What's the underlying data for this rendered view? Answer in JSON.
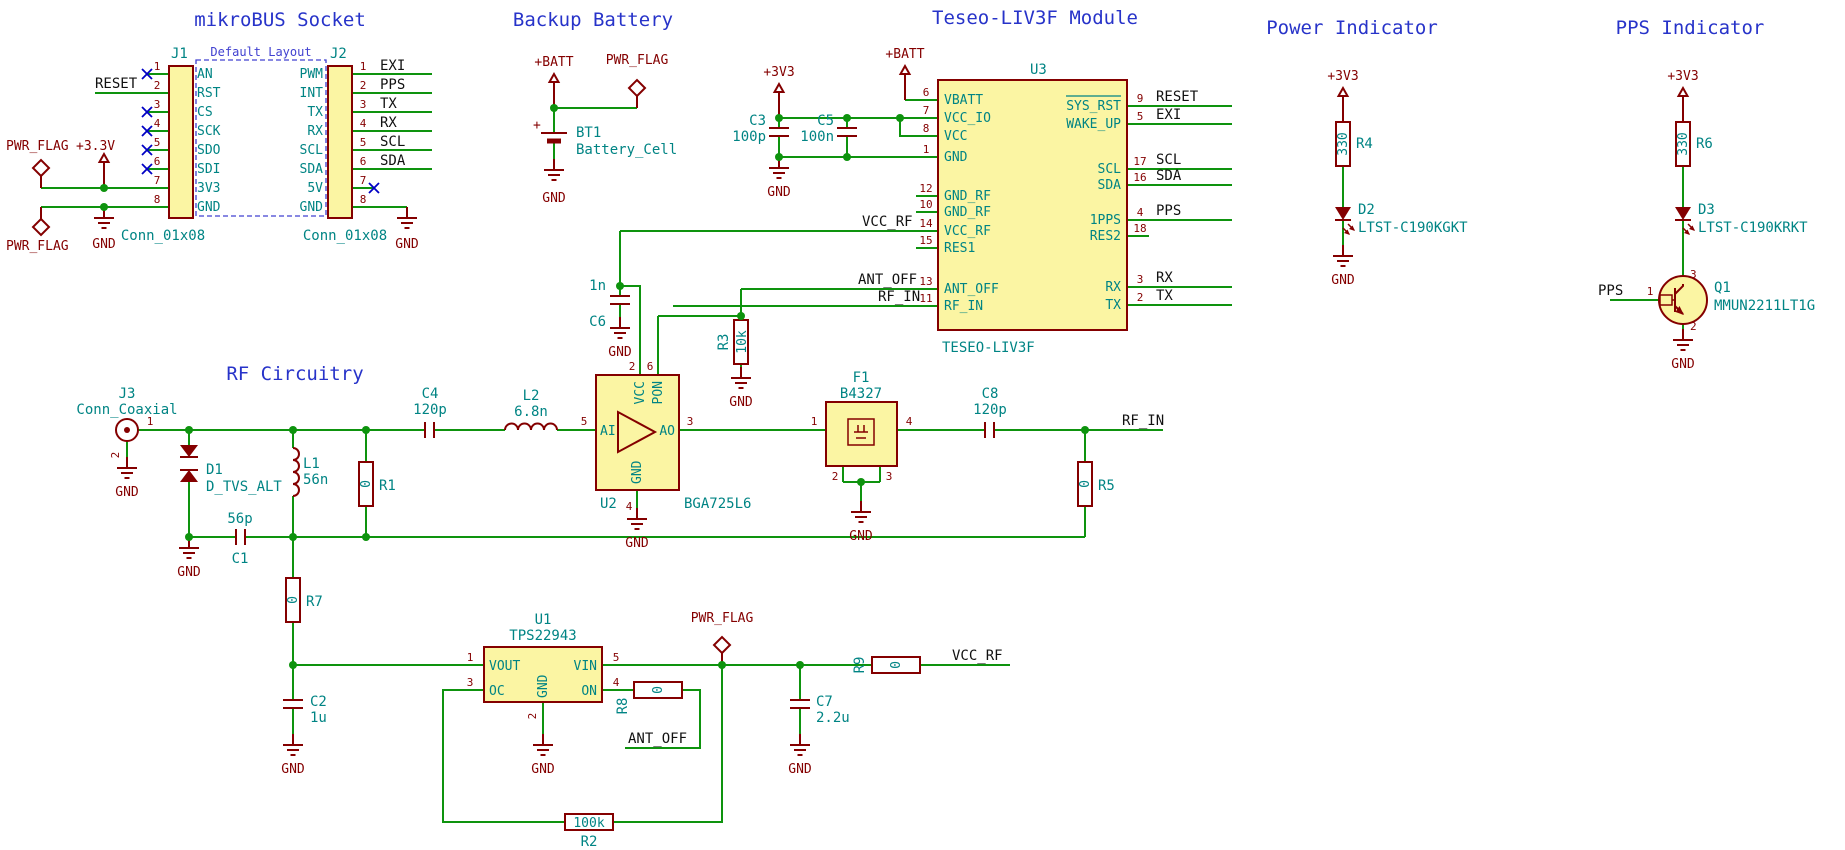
{
  "titles": {
    "mikrobus": "mikroBUS Socket",
    "backup": "Backup Battery",
    "teseo": "Teseo-LIV3F Module",
    "power": "Power Indicator",
    "pps": "PPS Indicator",
    "rf": "RF Circuitry"
  },
  "common": {
    "gnd": "GND",
    "pwr_flag": "PWR_FLAG"
  },
  "mikrobus": {
    "default_layout": "Default Layout",
    "reset_label": "RESET",
    "v33": "+3.3V",
    "right_labels": [
      "EXI",
      "PPS",
      "TX",
      "RX",
      "SCL",
      "SDA"
    ],
    "j1": {
      "ref": "J1",
      "value": "Conn_01x08",
      "pins": [
        {
          "num": "1",
          "name": "AN"
        },
        {
          "num": "2",
          "name": "RST"
        },
        {
          "num": "3",
          "name": "CS"
        },
        {
          "num": "4",
          "name": "SCK"
        },
        {
          "num": "5",
          "name": "SDO"
        },
        {
          "num": "6",
          "name": "SDI"
        },
        {
          "num": "7",
          "name": "3V3"
        },
        {
          "num": "8",
          "name": "GND"
        }
      ]
    },
    "j2": {
      "ref": "J2",
      "value": "Conn_01x08",
      "pins": [
        {
          "num": "1",
          "name": "PWM"
        },
        {
          "num": "2",
          "name": "INT"
        },
        {
          "num": "3",
          "name": "TX"
        },
        {
          "num": "4",
          "name": "RX"
        },
        {
          "num": "5",
          "name": "SCL"
        },
        {
          "num": "6",
          "name": "SDA"
        },
        {
          "num": "7",
          "name": "5V"
        },
        {
          "num": "8",
          "name": "GND"
        }
      ]
    }
  },
  "backup": {
    "vbatt": "+BATT",
    "bt1": {
      "ref": "BT1",
      "value": "Battery_Cell",
      "plus": "+"
    }
  },
  "teseo": {
    "v3v3": "+3V3",
    "vbatt": "+BATT",
    "u3": {
      "ref": "U3",
      "value": "TESEO-LIV3F",
      "left_pins": [
        {
          "num": "6",
          "name": "VBATT"
        },
        {
          "num": "7",
          "name": "VCC_IO"
        },
        {
          "num": "8",
          "name": "VCC"
        },
        {
          "num": "1",
          "name": "GND"
        },
        {
          "num": "12",
          "name": "GND_RF"
        },
        {
          "num": "10",
          "name": "GND_RF"
        },
        {
          "num": "14",
          "name": "VCC_RF"
        },
        {
          "num": "15",
          "name": "RES1"
        },
        {
          "num": "13",
          "name": "ANT_OFF"
        },
        {
          "num": "11",
          "name": "RF_IN"
        }
      ],
      "right_pins": [
        {
          "num": "9",
          "name": "SYS_RST"
        },
        {
          "num": "5",
          "name": "WAKE_UP"
        },
        {
          "num": "17",
          "name": "SCL"
        },
        {
          "num": "16",
          "name": "SDA"
        },
        {
          "num": "4",
          "name": "1PPS"
        },
        {
          "num": "18",
          "name": "RES2"
        },
        {
          "num": "3",
          "name": "RX"
        },
        {
          "num": "2",
          "name": "TX"
        }
      ]
    },
    "c3": {
      "ref": "C3",
      "value": "100p"
    },
    "c5": {
      "ref": "C5",
      "value": "100n"
    },
    "c6": {
      "ref": "C6",
      "value": "1n"
    },
    "r3": {
      "ref": "R3",
      "value": "10k"
    },
    "net_labels": {
      "vcc_rf": "VCC_RF",
      "ant_off": "ANT_OFF",
      "rf_in": "RF_IN",
      "reset": "RESET",
      "exi": "EXI",
      "scl": "SCL",
      "sda": "SDA",
      "pps": "PPS",
      "rx": "RX",
      "tx": "TX"
    }
  },
  "power_ind": {
    "v3v3": "+3V3",
    "r4": {
      "ref": "R4",
      "value": "330"
    },
    "d2": {
      "ref": "D2",
      "value": "LTST-C190KGKT"
    }
  },
  "pps_ind": {
    "v3v3": "+3V3",
    "r6": {
      "ref": "R6",
      "value": "330"
    },
    "d3": {
      "ref": "D3",
      "value": "LTST-C190KRKT"
    },
    "q1": {
      "ref": "Q1",
      "value": "MMUN2211LT1G",
      "num_c": "3",
      "num_b": "1",
      "num_e": "2"
    },
    "pps_label": "PPS"
  },
  "rf": {
    "j3": {
      "ref": "J3",
      "value": "Conn_Coaxial",
      "num1": "1",
      "num2": "2"
    },
    "d1": {
      "ref": "D1",
      "value": "D_TVS_ALT"
    },
    "c1": {
      "ref": "C1",
      "value": "56p"
    },
    "l1": {
      "ref": "L1",
      "value": "56n"
    },
    "c4": {
      "ref": "C4",
      "value": "120p"
    },
    "l2": {
      "ref": "L2",
      "value": "6.8n"
    },
    "u2": {
      "ref": "U2",
      "value": "BGA725L6",
      "ai": "AI",
      "ao": "AO",
      "vcc": "VCC",
      "pon": "PON",
      "gnd": "GND",
      "num_ai": "5",
      "num_ao": "3",
      "num_vcc": "2",
      "num_pon": "6",
      "num_gnd": "4"
    },
    "f1": {
      "ref": "F1",
      "value": "B4327",
      "num_in": "1",
      "num_out": "4",
      "num_g1": "2",
      "num_g2": "3"
    },
    "c8": {
      "ref": "C8",
      "value": "120p"
    },
    "r1": {
      "ref": "R1",
      "value": "0"
    },
    "r5": {
      "ref": "R5",
      "value": "0"
    },
    "r7": {
      "ref": "R7",
      "value": "0"
    },
    "r8": {
      "ref": "R8",
      "value": "0"
    },
    "r9": {
      "ref": "R9",
      "value": "0"
    },
    "r2": {
      "ref": "R2",
      "value": "100k"
    },
    "c2": {
      "ref": "C2",
      "value": "1u"
    },
    "c7": {
      "ref": "C7",
      "value": "2.2u"
    },
    "u1": {
      "ref": "U1",
      "value": "TPS22943",
      "vout": "VOUT",
      "vin": "VIN",
      "oc": "OC",
      "on": "ON",
      "gnd": "GND",
      "num_vout": "1",
      "num_vin": "5",
      "num_oc": "3",
      "num_on": "4",
      "num_gnd": "2"
    },
    "net_labels": {
      "rf_in": "RF_IN",
      "ant_off": "ANT_OFF",
      "vcc_rf": "VCC_RF"
    }
  }
}
